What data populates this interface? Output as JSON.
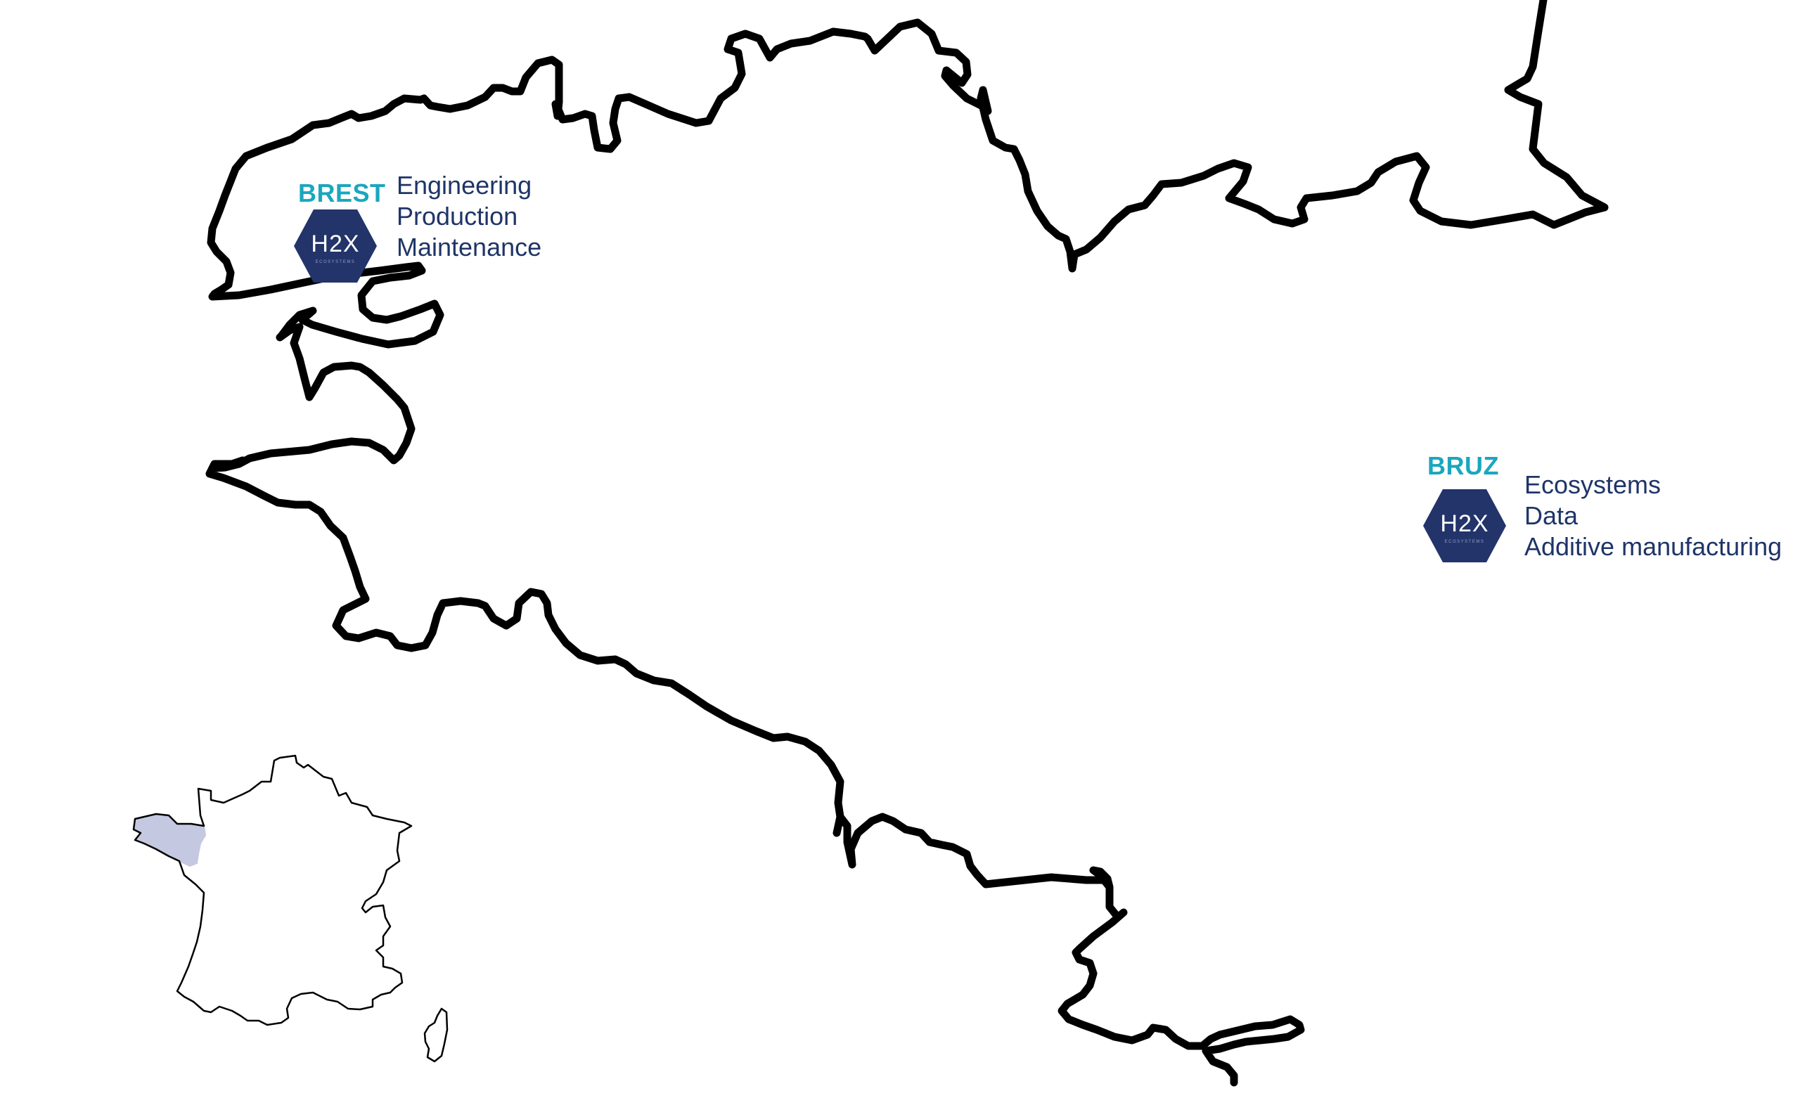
{
  "map": {
    "sites": [
      {
        "city": "BREST",
        "logo_icon": "h2x-ecosystems-logo-icon",
        "logo_text": "H2X",
        "logo_subtext": "ECOSYSTEMS",
        "services": [
          "Engineering",
          "Production",
          "Maintenance"
        ]
      },
      {
        "city": "BRUZ",
        "logo_icon": "h2x-ecosystems-logo-icon",
        "logo_text": "H2X",
        "logo_subtext": "ECOSYSTEMS",
        "services": [
          "Ecosystems",
          "Data",
          "Additive manufacturing"
        ]
      }
    ],
    "inset": {
      "icon": "france-outline-icon",
      "highlighted_region": "brittany"
    }
  },
  "colors": {
    "city_label": "#1aa7bd",
    "service_text": "#1f3568",
    "logo_fill": "#22346a",
    "logo_text": "#ffffff",
    "coastline": "#000000",
    "highlight": "#c4c8e0"
  }
}
